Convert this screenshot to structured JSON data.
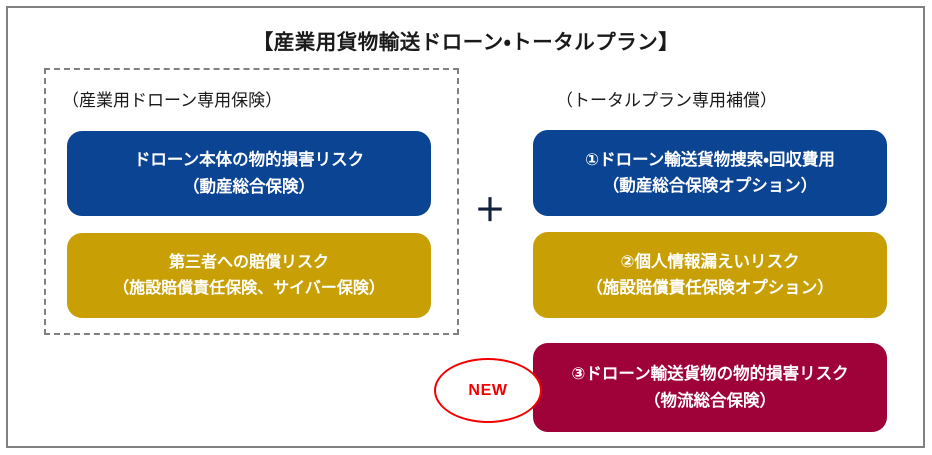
{
  "diagram": {
    "title": "【産業用貨物輸送ドローン・トータルプラン】",
    "operator": "＋",
    "badge": {
      "label": "NEW"
    },
    "colors": {
      "navy": "#0b4493",
      "gold": "#c8a005",
      "crimson": "#9e0239",
      "frame_gray": "#808080",
      "badge_red": "#f20000",
      "text_white": "#ffffff",
      "text_dark": "#1a1a1a"
    },
    "left_group": {
      "caption": "（産業用ドローン専用保険）",
      "border_style": "dashed",
      "boxes": [
        {
          "color_name": "navy",
          "color": "#0b4493",
          "line1": "ドローン本体の物的損害リスク",
          "line2": "（動産総合保険）"
        },
        {
          "color_name": "gold",
          "color": "#c8a005",
          "line1": "第三者への賠償リスク",
          "line2": "（施設賠償責任保険、サイバー保険）"
        }
      ]
    },
    "right_group": {
      "caption": "（トータルプラン専用補償）",
      "boxes": [
        {
          "color_name": "navy",
          "color": "#0b4493",
          "line1": "①ドローン輸送貨物捜索・回収費用",
          "line2": "（動産総合保険オプション）"
        },
        {
          "color_name": "gold",
          "color": "#c8a005",
          "line1": "②個人情報漏えいリスク",
          "line2": "（施設賠償責任保険オプション）"
        },
        {
          "color_name": "crimson",
          "color": "#9e0239",
          "line1": "③ドローン輸送貨物の物的損害リスク",
          "line2": "（物流総合保険）"
        }
      ]
    }
  }
}
